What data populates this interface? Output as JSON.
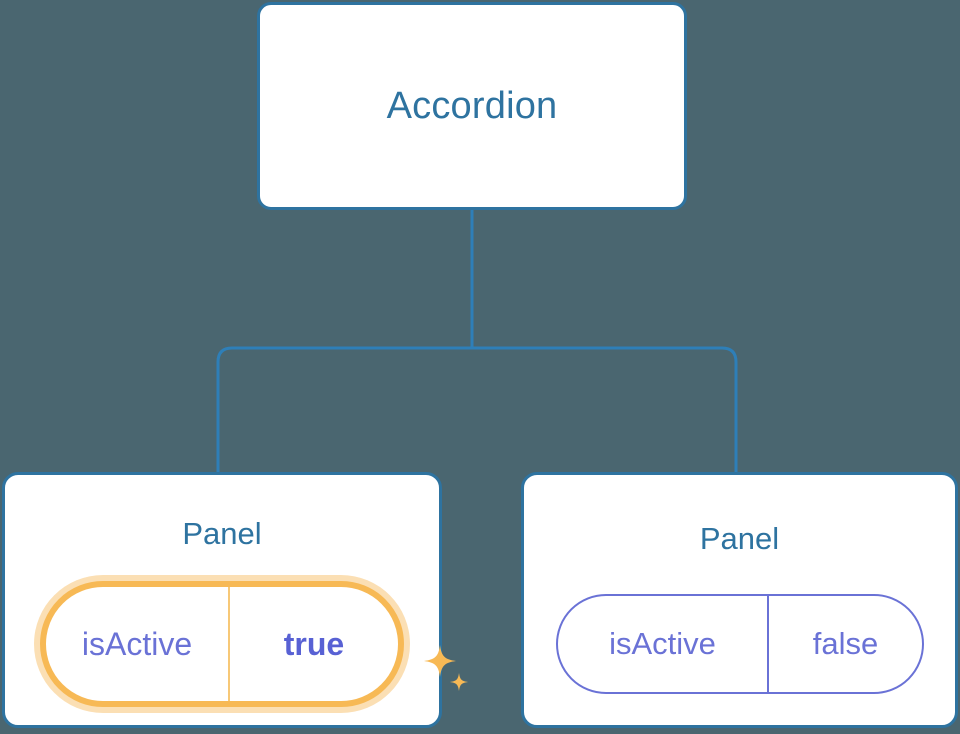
{
  "theme": {
    "background": "#4a6670",
    "card_background": "#ffffff",
    "card_border": "#2e73a0",
    "node_title_color": "#2e73a0",
    "connector_color": "#2e7fb8",
    "prop_text_color": "#6a72d6",
    "prop_value_highlight_color": "#5861d4",
    "highlight_border": "#f7b955",
    "highlight_glow": "#fbdfb4",
    "sparkle_color": "#f7b955"
  },
  "diagram": {
    "type": "component-tree",
    "root": {
      "title": "Accordion"
    },
    "children": [
      {
        "title": "Panel",
        "highlighted": true,
        "prop": {
          "key": "isActive",
          "value": "true"
        },
        "sparkle_icons": [
          "sparkle-large-icon",
          "sparkle-small-icon"
        ]
      },
      {
        "title": "Panel",
        "highlighted": false,
        "prop": {
          "key": "isActive",
          "value": "false"
        }
      }
    ]
  }
}
